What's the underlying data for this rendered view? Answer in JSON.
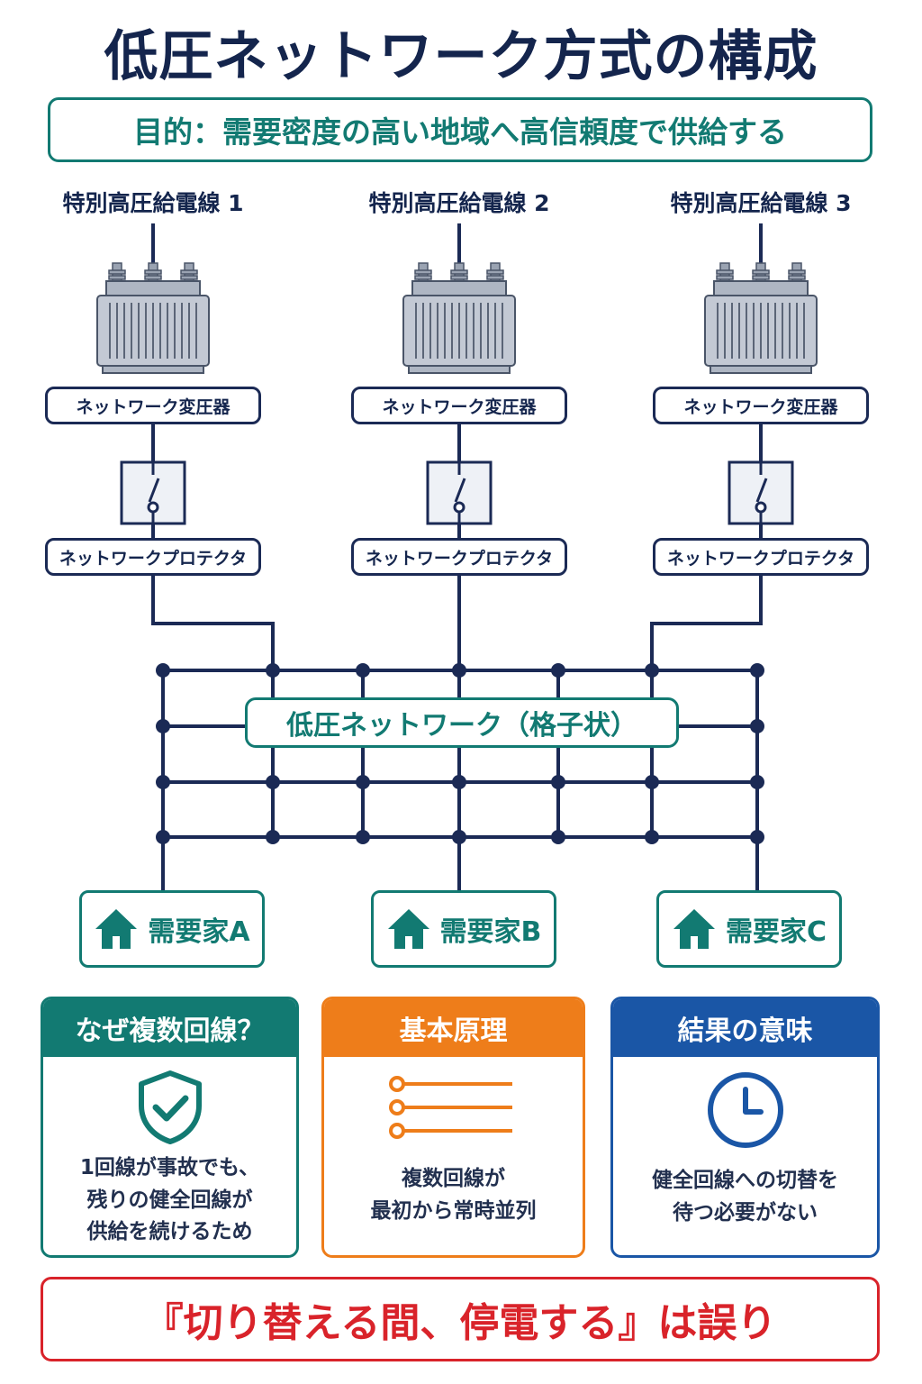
{
  "title": "低圧ネットワーク方式の構成",
  "purpose": "目的：需要密度の高い地域へ高信頼度で供給する",
  "feeders": [
    {
      "name": "特別高圧給電線 1",
      "transformer": "ネットワーク変圧器",
      "protector": "ネットワークプロテクタ"
    },
    {
      "name": "特別高圧給電線 2",
      "transformer": "ネットワーク変圧器",
      "protector": "ネットワークプロテクタ"
    },
    {
      "name": "特別高圧給電線 3",
      "transformer": "ネットワーク変圧器",
      "protector": "ネットワークプロテクタ"
    }
  ],
  "grid_label": "低圧ネットワーク（格子状）",
  "customers": [
    "需要家A",
    "需要家B",
    "需要家C"
  ],
  "cards": [
    {
      "heading": "なぜ複数回線？",
      "icon": "shield-check-icon",
      "lines": [
        "1回線が事故でも、",
        "残りの健全回線が",
        "供給を続けるため"
      ],
      "color": "#127a72"
    },
    {
      "heading": "基本原理",
      "icon": "parallel-lines-icon",
      "lines": [
        "複数回線が",
        "最初から常時並列"
      ],
      "color": "#ee7d1a"
    },
    {
      "heading": "結果の意味",
      "icon": "clock-icon",
      "lines": [
        "健全回線への切替を",
        "待つ必要がない"
      ],
      "color": "#1a56a6"
    }
  ],
  "conclusion": "『切り替える間、停電する』は誤り",
  "colors": {
    "navy": "#1b2a55",
    "teal": "#127a72",
    "orange": "#ee7d1a",
    "blue": "#1a56a6",
    "red": "#d9232a"
  }
}
